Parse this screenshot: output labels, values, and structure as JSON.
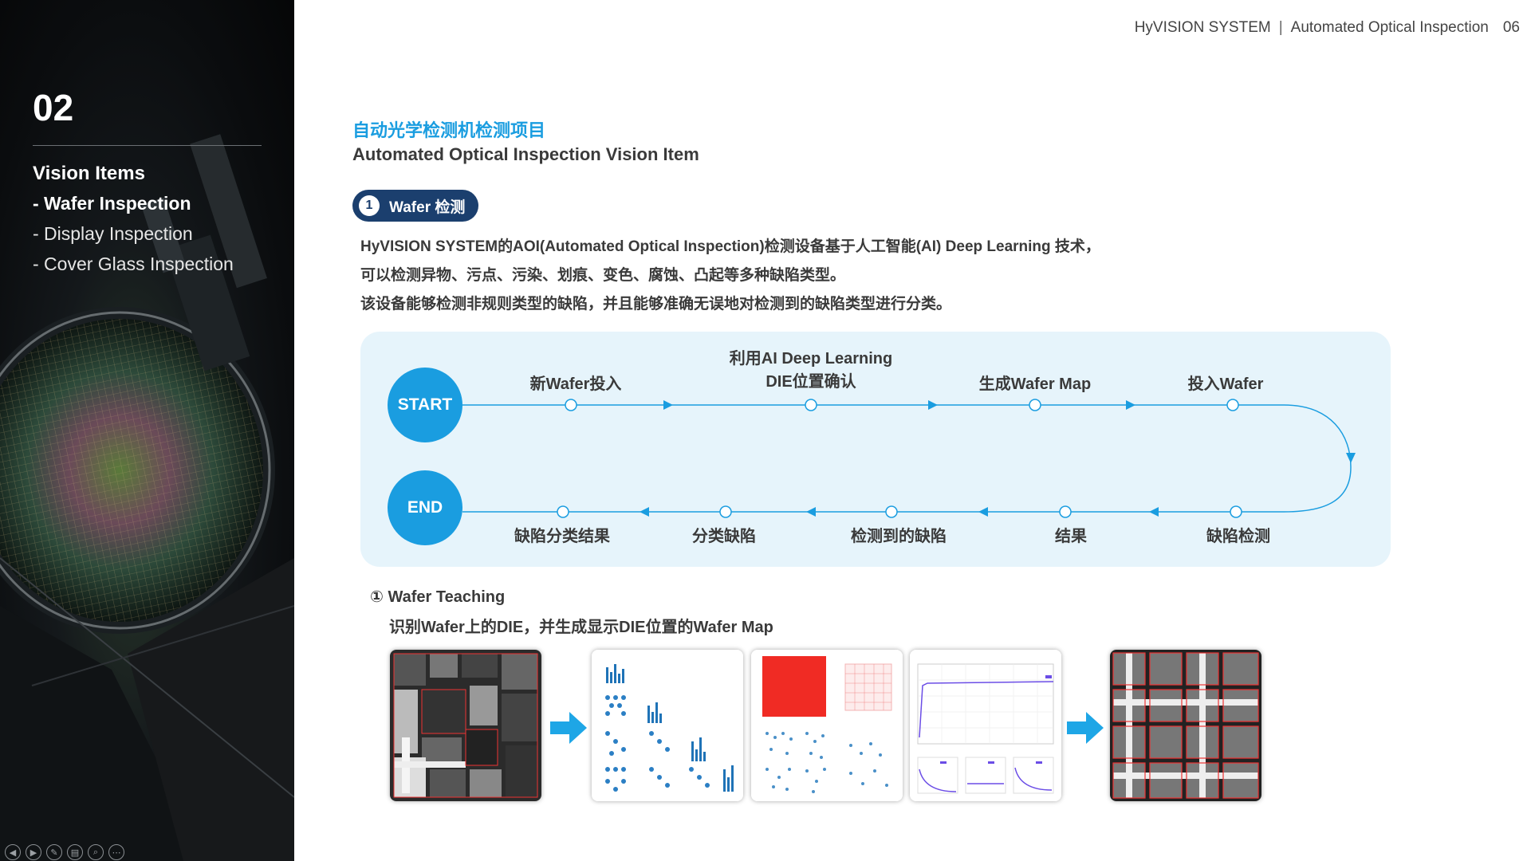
{
  "sidebar": {
    "section_number": "02",
    "nav_title": "Vision Items",
    "items": [
      {
        "label": "- Wafer Inspection",
        "active": true
      },
      {
        "label": "- Display Inspection",
        "active": false
      },
      {
        "label": "- Cover Glass Inspection",
        "active": false
      }
    ],
    "controls": [
      {
        "icon": "prev-icon",
        "glyph": "◀"
      },
      {
        "icon": "next-icon",
        "glyph": "▶"
      },
      {
        "icon": "pen-icon",
        "glyph": "✎"
      },
      {
        "icon": "slides-icon",
        "glyph": "▤"
      },
      {
        "icon": "zoom-icon",
        "glyph": "⌕"
      },
      {
        "icon": "more-icon",
        "glyph": "⋯"
      }
    ]
  },
  "header": {
    "brand": "HyVISION SYSTEM",
    "separator": "|",
    "subtitle": "Automated Optical Inspection",
    "page": "06"
  },
  "main": {
    "title_cn": "自动光学检测机检测项目",
    "title_en": "Automated Optical Inspection Vision Item",
    "pill": {
      "number": "1",
      "label": "Wafer 检测"
    },
    "description": [
      "HyVISION SYSTEM的AOI(Automated Optical Inspection)检测设备基于人工智能(AI) Deep Learning 技术，",
      "可以检测异物、污点、污染、划痕、变色、腐蚀、凸起等多种缺陷类型。",
      "该设备能够检测非规则类型的缺陷，并且能够准确无误地对检测到的缺陷类型进行分类。"
    ]
  },
  "flow": {
    "start": "START",
    "end": "END",
    "top_steps": [
      "新Wafer投入",
      "利用AI Deep Learning\nDIE位置确认",
      "生成Wafer Map",
      "投入Wafer"
    ],
    "bottom_steps": [
      "缺陷分类结果",
      "分类缺陷",
      "检测到的缺陷",
      "结果",
      "缺陷检测"
    ],
    "accent_color": "#1a9de0",
    "bg_color": "#e6f4fb"
  },
  "teaching": {
    "title": "① Wafer Teaching",
    "description": "识别Wafer上的DIE，并生成显示DIE位置的Wafer Map"
  },
  "colors": {
    "accent": "#1a9de0",
    "pill": "#1b3f6e",
    "text": "#3a3a3a"
  }
}
